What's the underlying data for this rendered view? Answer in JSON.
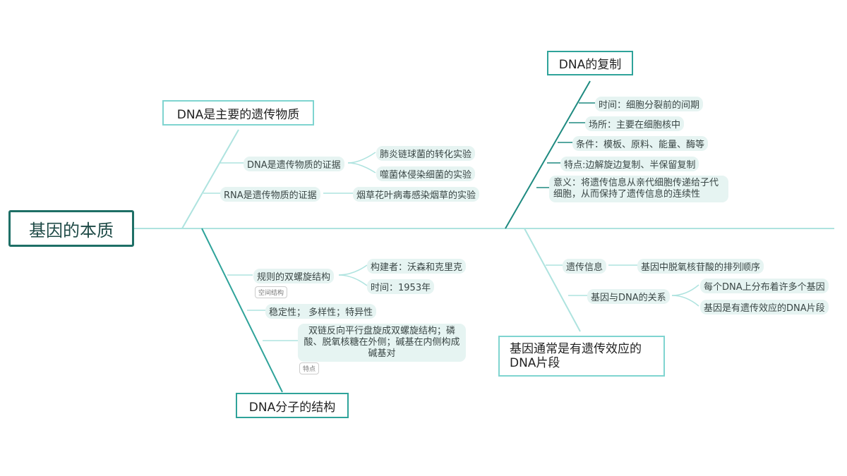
{
  "root": "基因的本质",
  "branches": {
    "evidence": {
      "title": "DNA是主要的遗传物质",
      "dna_evidence": "DNA是遗传物质的证据",
      "exp1": "肺炎链球菌的转化实验",
      "exp2": "噬菌体侵染细菌的实验",
      "rna_evidence": "RNA是遗传物质的证据",
      "exp3": "烟草花叶病毒感染烟草的实验"
    },
    "structure": {
      "title": "DNA分子的结构",
      "double_helix": "规则的双螺旋结构",
      "builders": "构建者：沃森和克里克",
      "time": "时间：1953年",
      "tag1": "空间结构",
      "properties": "稳定性；   多样性；特异性",
      "features": "双链反向平行盘旋成双螺旋结构；磷酸、脱氧核糖在外侧；碱基在内侧构成碱基对",
      "tag2": "特点"
    },
    "replication": {
      "title": "DNA的复制",
      "time": "时间：细胞分裂前的间期",
      "place": "场所：主要在细胞核中",
      "conditions": "条件：模板、原料、能量、酶等",
      "traits": "特点:边解旋边复制、半保留复制",
      "meaning": "意义：将遗传信息从亲代细胞传递给子代细胞，从而保持了遗传信息的连续性"
    },
    "gene": {
      "title": "基因通常是有遗传效应的DNA片段",
      "genetic_info": "遗传信息",
      "genetic_info_def": "基因中脱氧核苷酸的排列顺序",
      "relation": "基因与DNA的关系",
      "relation1": "每个DNA上分布着许多个基因",
      "relation2": "基因是有遗传效应的DNA片段"
    }
  }
}
